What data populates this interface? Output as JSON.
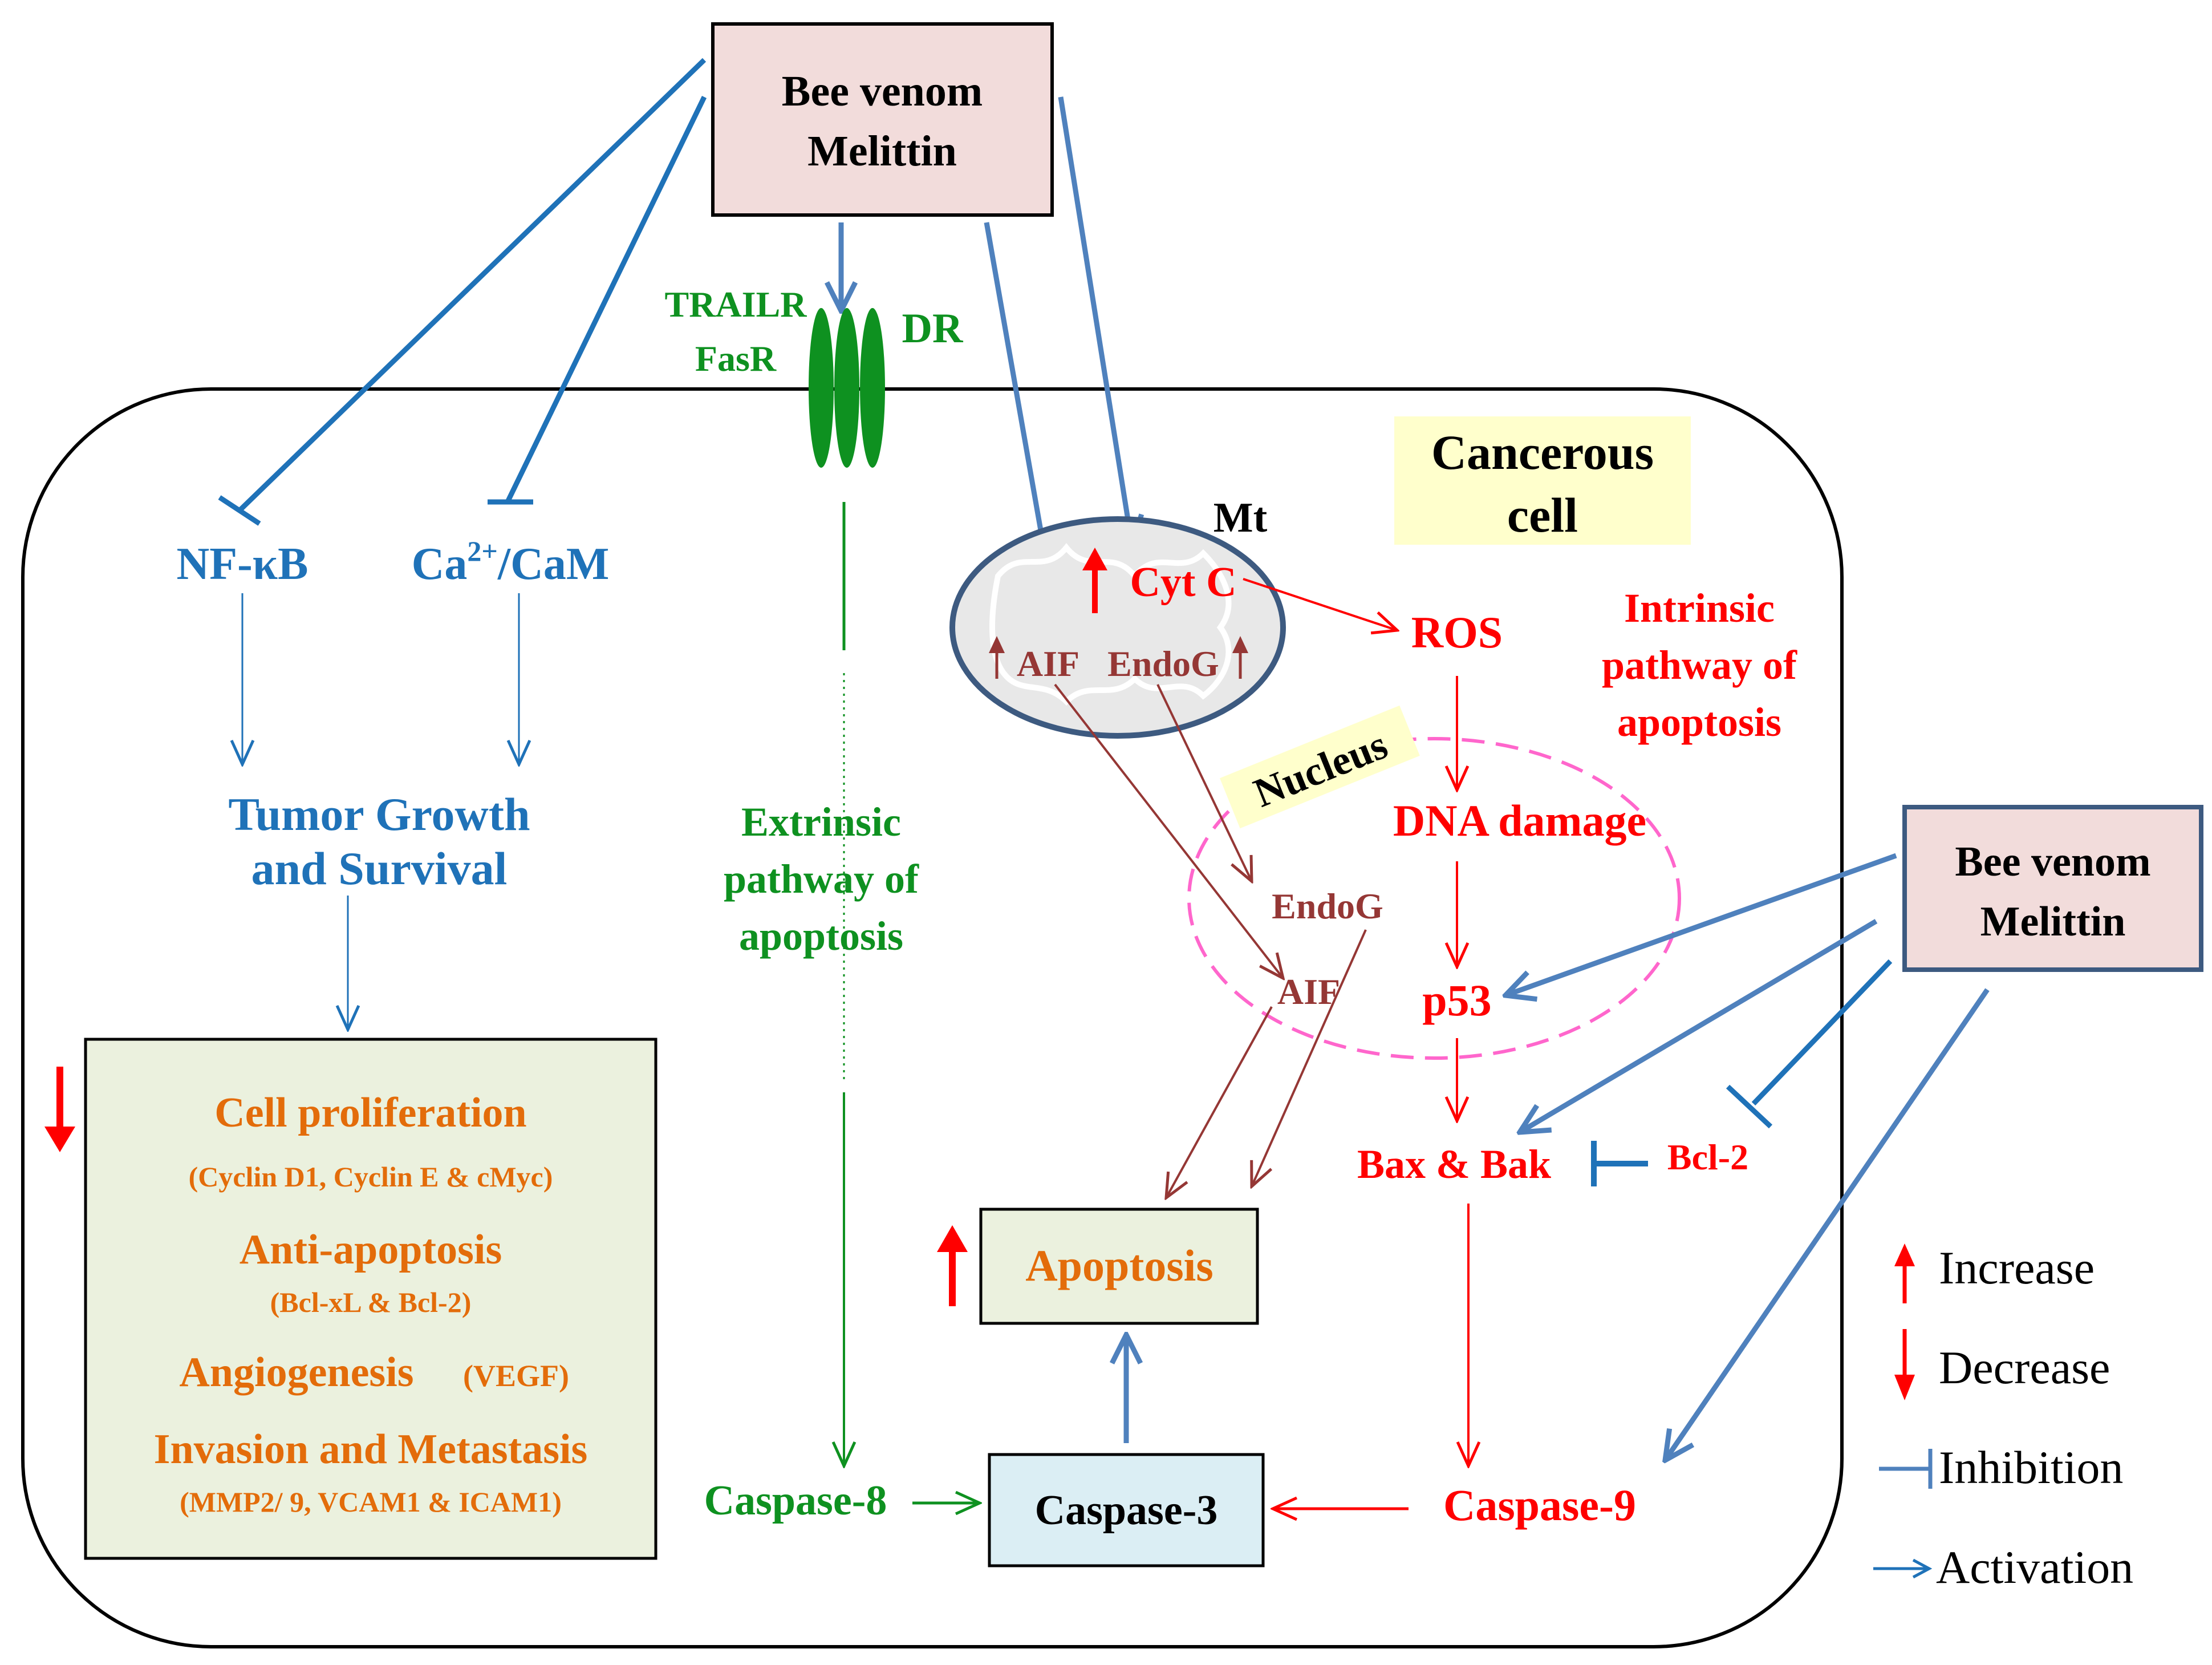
{
  "colors": {
    "blue": "#1F72B8",
    "arrow_blue": "#4F81BD",
    "red": "#FF0000",
    "green": "#0E9120",
    "orange": "#E36C0A",
    "brown": "#953735",
    "pink": "#FF66CC",
    "venom_box_fill": "#F2DCDB",
    "result_box_fill": "#EBF1DE",
    "caspase3_fill": "#DBEEF4",
    "cancer_label_fill": "#FFFFCC",
    "mito_fill": "#E6E6E6",
    "mito_border": "#3D5A80"
  },
  "bee_venom_top": {
    "line1": "Bee venom",
    "line2": "Melittin"
  },
  "bee_venom_right": {
    "line1": "Bee venom",
    "line2": "Melittin"
  },
  "receptors": {
    "trail": "TRAILR",
    "fas": "FasR",
    "dr": "DR"
  },
  "cancer_label": {
    "line1": "Cancerous",
    "line2": "cell"
  },
  "left_pathway": {
    "nfkb": "NF-κB",
    "ca": "Ca",
    "ca_sup": "2+",
    "ca_rest": "/CaM",
    "tumor_line1": "Tumor Growth",
    "tumor_line2": "and Survival"
  },
  "outcomes": [
    {
      "title": "Cell proliferation",
      "sub": "(Cyclin D1, Cyclin E & cMyc)"
    },
    {
      "title": "Anti-apoptosis",
      "sub": "(Bcl-xL & Bcl-2)"
    },
    {
      "title": "Angiogenesis",
      "sub": "(VEGF)"
    },
    {
      "title": "Invasion and Metastasis",
      "sub": "(MMP2/ 9, VCAM1 & ICAM1)"
    }
  ],
  "extrinsic": {
    "line1": "Extrinsic",
    "line2": "pathway of",
    "line3": "apoptosis"
  },
  "mito": {
    "label": "Mt",
    "cytc": "Cyt C",
    "aif": "AIF",
    "endog": "EndoG"
  },
  "intrinsic": {
    "line1": "Intrinsic",
    "line2": "pathway of",
    "line3": "apoptosis"
  },
  "nucleus": {
    "label": "Nucleus",
    "dna": "DNA damage",
    "endog": "EndoG",
    "aif": "AIF",
    "p53": "p53"
  },
  "ros": "ROS",
  "bax_bak": "Bax & Bak",
  "bcl2": "Bcl-2",
  "apoptosis": "Apoptosis",
  "caspase8": "Caspase-8",
  "caspase3": "Caspase-3",
  "caspase9": "Caspase-9",
  "legend": {
    "increase": "Increase",
    "decrease": "Decrease",
    "inhibition": "Inhibition",
    "activation": "Activation"
  }
}
